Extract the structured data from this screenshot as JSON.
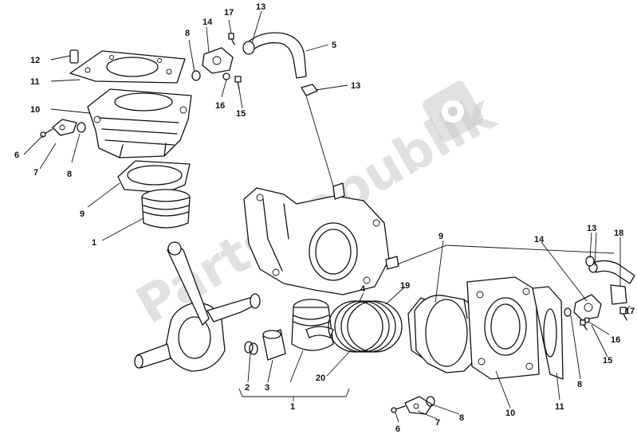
{
  "watermark": {
    "text": "PartsRepublik"
  },
  "callouts": {
    "top_left": [
      "12",
      "11",
      "10",
      "6",
      "7",
      "8",
      "9",
      "1",
      "8",
      "14",
      "17",
      "13",
      "5",
      "13",
      "16",
      "15"
    ],
    "bottom_right": [
      "4",
      "19",
      "20",
      "9",
      "14",
      "13",
      "18",
      "2",
      "3",
      "1",
      "6",
      "7",
      "8",
      "10",
      "11",
      "8",
      "16",
      "15",
      "17"
    ]
  }
}
